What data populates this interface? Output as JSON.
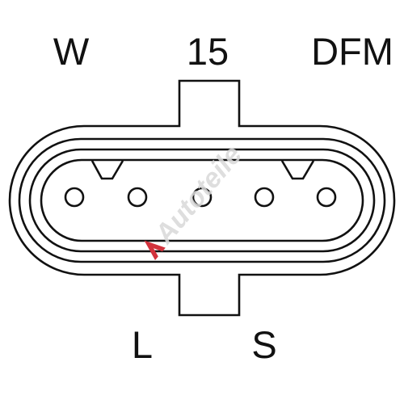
{
  "labels": {
    "w": "W",
    "fifteen": "15",
    "dfm": "DFM",
    "l": "L",
    "s": "S"
  },
  "watermark": {
    "text": "Autoteile",
    "color": "#d9d9d9",
    "accent": "#d2323c"
  },
  "pins": {
    "count": 5
  },
  "colors": {
    "stroke": "#111111",
    "background": "#ffffff"
  }
}
